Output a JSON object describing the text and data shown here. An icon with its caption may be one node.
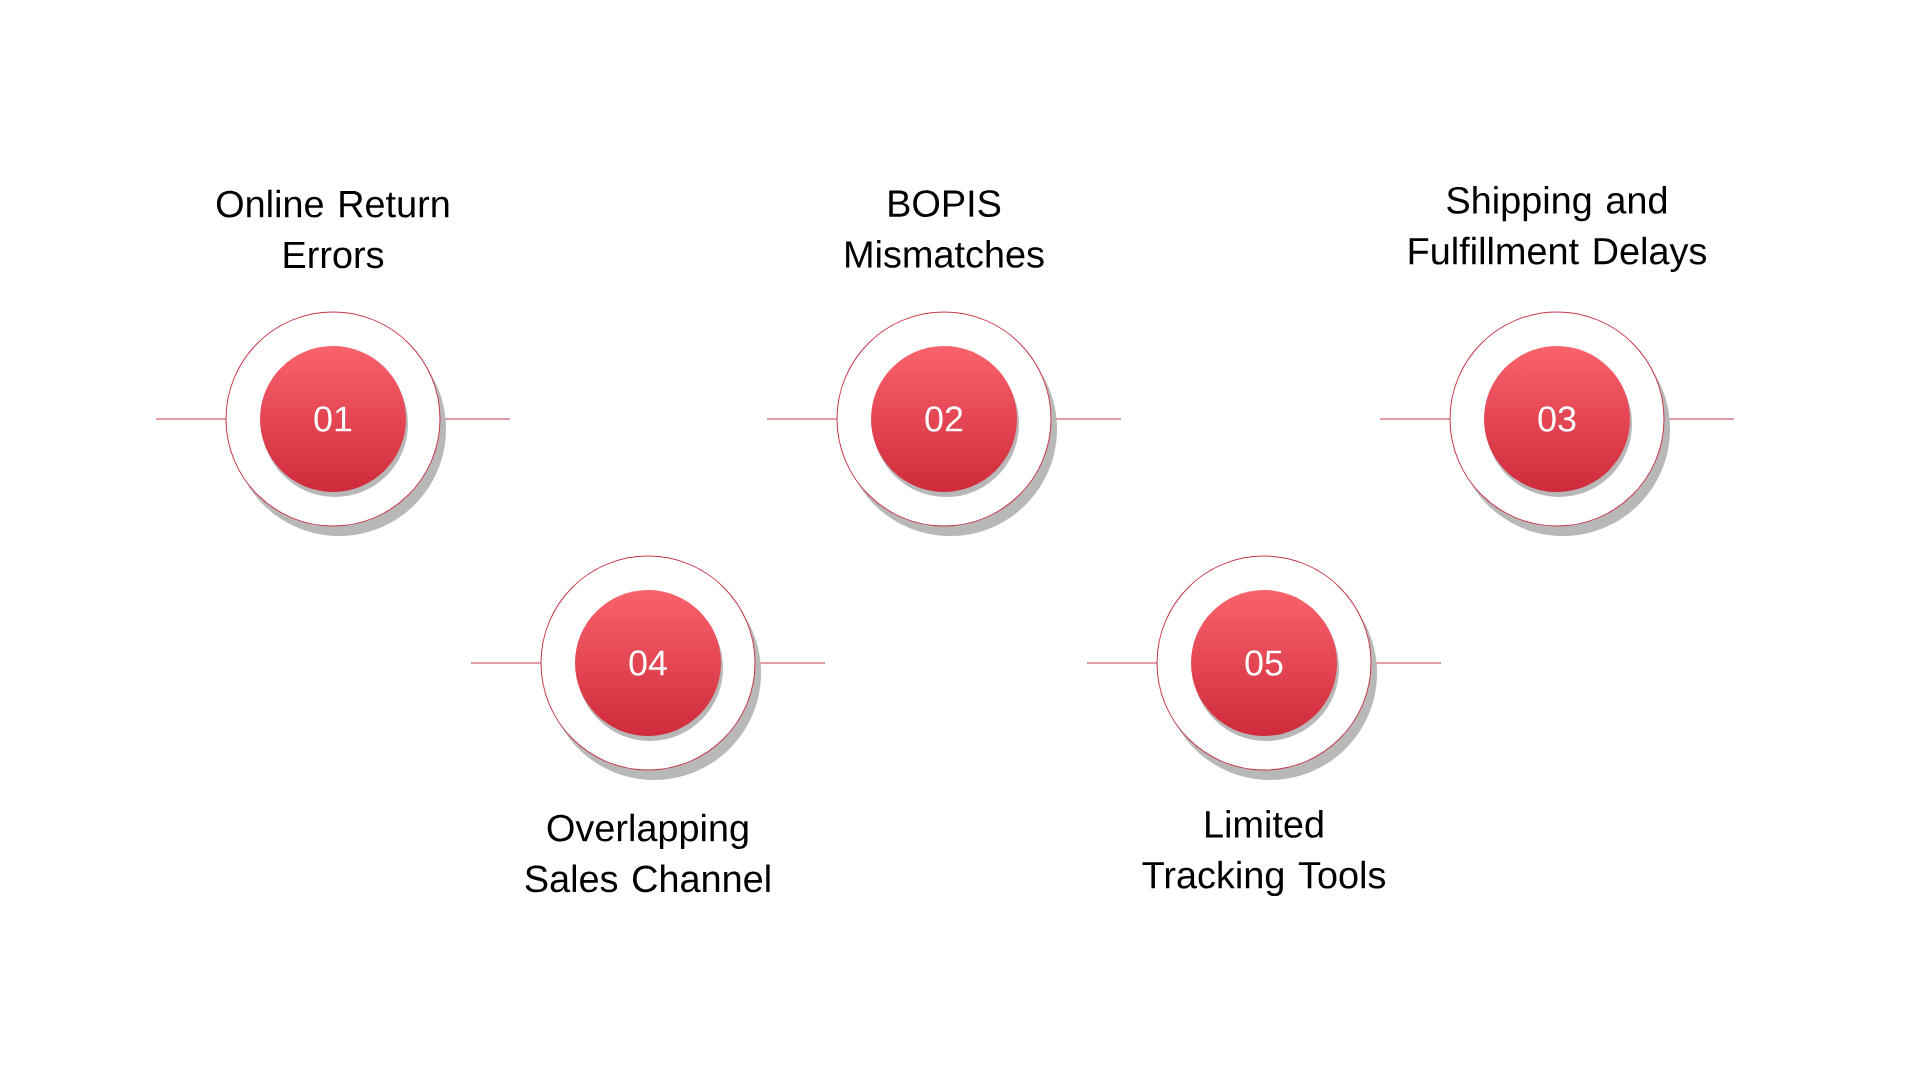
{
  "diagram": {
    "nodes": [
      {
        "text": [
          "Online Return Errors",
          "01"
        ]
      },
      {
        "text": [
          "BOPIS Mismatches",
          "02"
        ]
      },
      {
        "text": [
          "Shipping and Fulfillment Delays",
          "03"
        ]
      },
      {
        "text": [
          "04",
          "Overlapping Sales Channel"
        ]
      },
      {
        "text": [
          "05",
          "Limited Tracking Tools"
        ]
      }
    ]
  }
}
